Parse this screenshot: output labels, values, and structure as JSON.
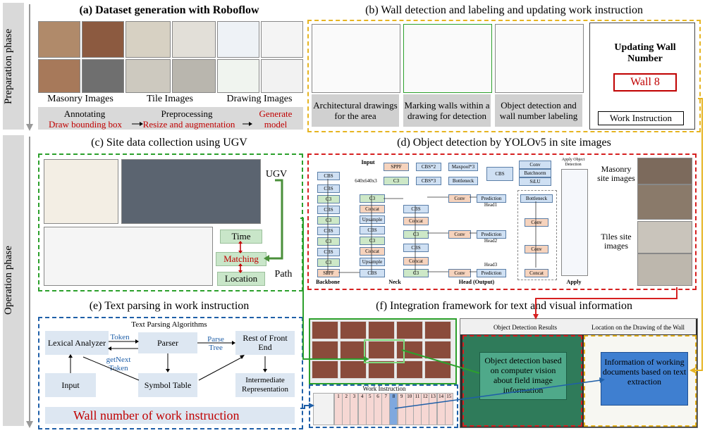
{
  "colors": {
    "green_dash": "#2ca02c",
    "yellow_dash": "#e6b421",
    "red_dash": "#d62020",
    "blue_dash": "#1f5fa8",
    "phase_gray": "#d9d9d9",
    "accent_red": "#c00000"
  },
  "phases": {
    "preparation": "Preparation phase",
    "operation": "Operation phase"
  },
  "panel_a": {
    "title": "(a) Dataset generation with Roboflow",
    "captions": [
      "Masonry Images",
      "Tile Images",
      "Drawing Images"
    ],
    "steps": [
      {
        "top": "Annotating",
        "bottom": "Draw bounding box"
      },
      {
        "top": "Preprocessing",
        "bottom": "Resize and augmentation"
      },
      {
        "top": "Generate",
        "bottom": "model"
      }
    ]
  },
  "panel_b": {
    "title": "(b) Wall detection and labeling and updating work instruction",
    "captions": [
      "Architectural drawings for the area",
      "Marking walls within a drawing for detection",
      "Object detection and wall number labeling"
    ],
    "updating": "Updating Wall Number",
    "wall": "Wall 8",
    "work_instruction": "Work Instruction"
  },
  "panel_c": {
    "title": "(c) Site data collection using UGV",
    "ugv": "UGV",
    "time": "Time",
    "matching": "Matching",
    "location": "Location",
    "path": "Path"
  },
  "panel_d": {
    "title": "(d) Object detection by YOLOv5 in site images",
    "input_label": "Input",
    "input_size": "640x640x3",
    "sppf": "SPPF",
    "cbs2": "CBS*2",
    "maxpool3": "Maxpool*3",
    "c3": "C3",
    "cbs3": "CBS*3",
    "bottleneck": "Bottleneck",
    "cbs": "CBS",
    "conv": "Conv",
    "batchnorm": "Batchnorm",
    "silu": "SiLU",
    "concat": "Concat",
    "upsample": "Upsample",
    "prediction": "Prediction",
    "head1": "Head1",
    "head2": "Head2",
    "head3": "Head3",
    "backbone": "Backbone",
    "neck": "Neck",
    "head_output": "Head (Output)",
    "apply": "Apply",
    "apply_top": "Apply Object Detection",
    "masonry": "Masonry site images",
    "tiles": "Tiles site images"
  },
  "panel_e": {
    "title": "(e) Text parsing in work instruction",
    "algo_title": "Text Parsing Algorithms",
    "lexical": "Lexical Analyzer",
    "token": "Token",
    "parser": "Parser",
    "parse_tree": "Parse Tree",
    "rest": "Rest of Front End",
    "getnext": "getNext Token",
    "input": "Input",
    "symbol": "Symbol Table",
    "intermediate": "Intermediate Representation",
    "wall_number": "Wall number of work instruction"
  },
  "panel_f": {
    "title": "(f) Integration framework for text and visual information",
    "work_instruction": "Work Instruction",
    "columns": [
      "1",
      "2",
      "3",
      "4",
      "5",
      "6",
      "7",
      "8",
      "9",
      "10",
      "11",
      "12",
      "13",
      "14",
      "15"
    ],
    "odr": "Object Detection Results",
    "location_drawing": "Location on the Drawing of the Wall",
    "od_text": "Object detection based on computer vision about field image information",
    "info_text": "Information of working documents based on text extraction"
  }
}
